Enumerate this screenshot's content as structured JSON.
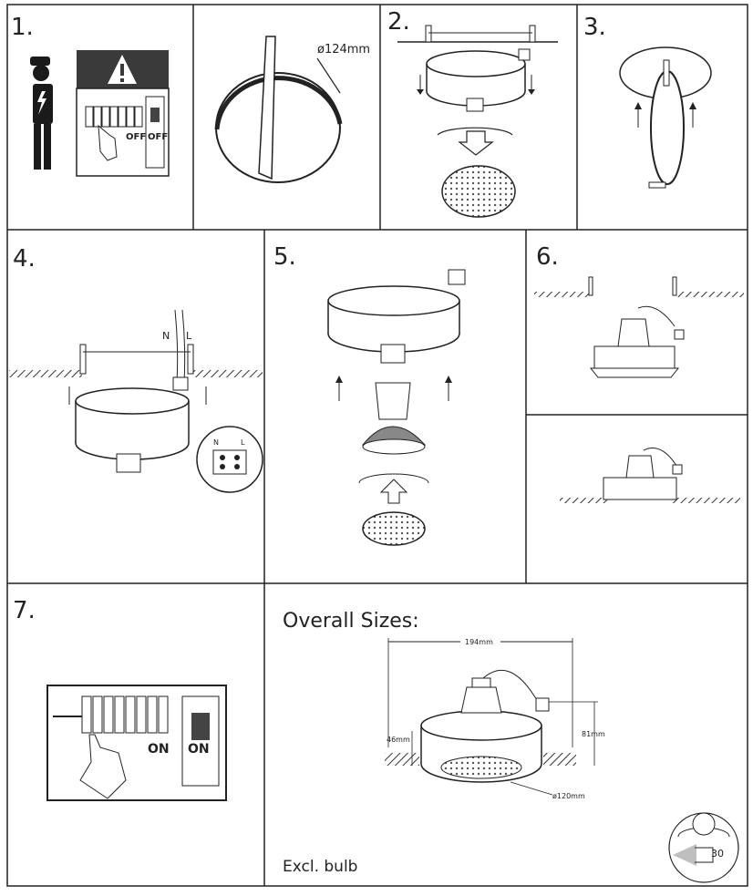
{
  "steps": {
    "s1": "1.",
    "s2": "2.",
    "s3": "3.",
    "s4": "4.",
    "s5": "5.",
    "s6": "6.",
    "s7": "7."
  },
  "labels": {
    "cutout_diameter": "ø124mm",
    "switch_off_1": "OFF",
    "switch_off_2": "OFF",
    "switch_on_1": "ON",
    "switch_on_2": "ON",
    "wire_neutral": "N",
    "wire_live": "L",
    "block_n": "N",
    "block_l": "L"
  },
  "sizes": {
    "heading": "Overall Sizes:",
    "width": "194mm",
    "height_small": "46mm",
    "height_total": "81mm",
    "diameter": "ø120mm",
    "note": "Excl. bulb",
    "depth_badge": "30"
  },
  "colors": {
    "line": "#222222",
    "panel_bg": "#3a3a3a",
    "hatch": "#444444",
    "badge_gray": "#bfbfbf"
  }
}
